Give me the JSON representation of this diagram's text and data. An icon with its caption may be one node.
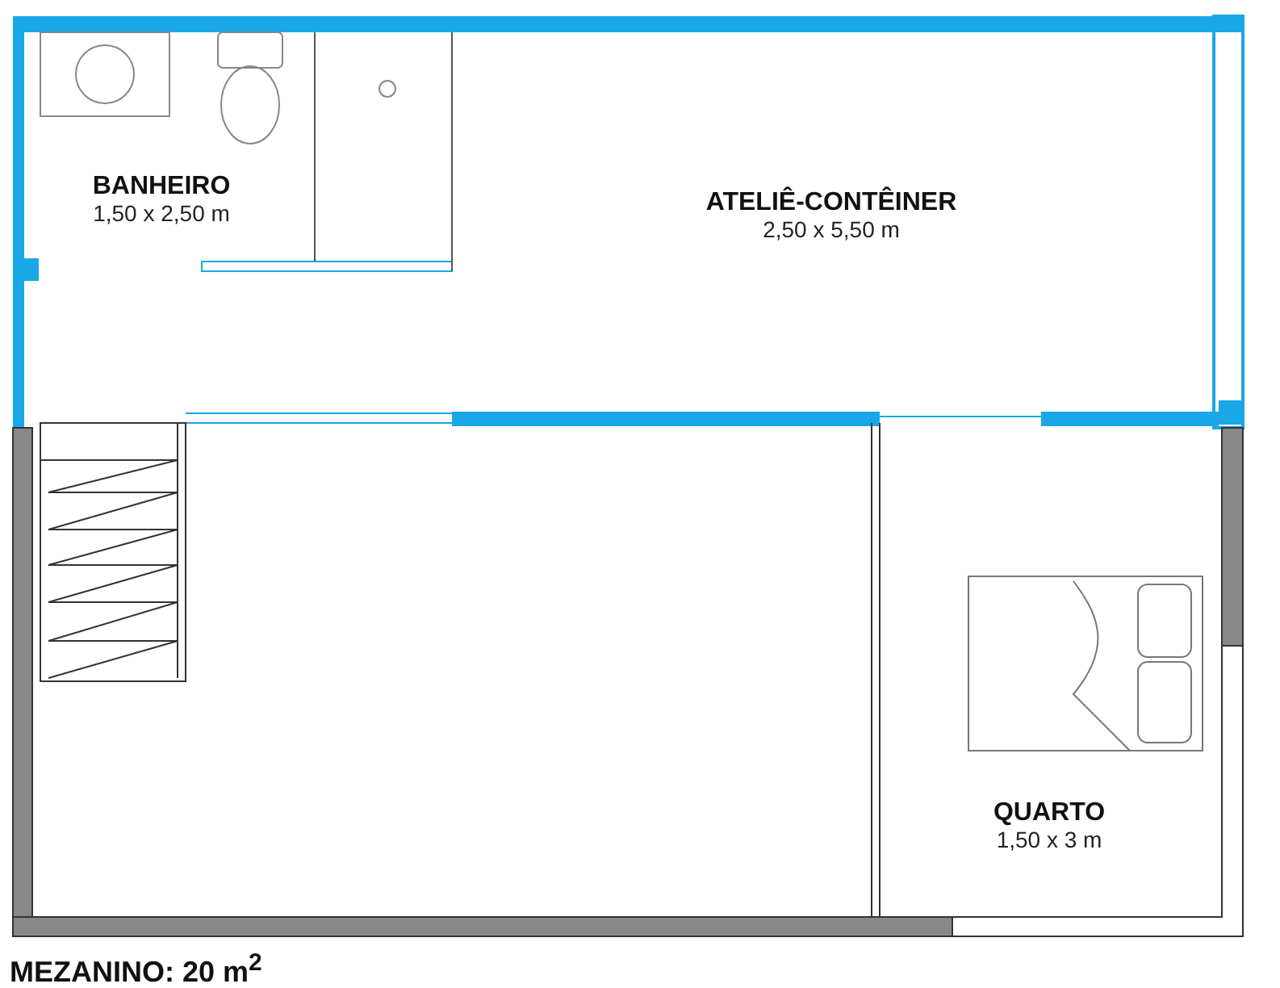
{
  "diagram": {
    "caption": "MEZANINO: 20 m$^{2}$",
    "nodes": [
      {
        "text": [
          "BANHEIRO",
          "1,50 x 2,50 m"
        ]
      },
      {
        "text": [
          "ATELIÊ-CONTÊINER",
          "2,50 x 5,50 m"
        ]
      },
      {
        "text": [
          "QUARTO",
          "1,50 x 3 m"
        ]
      }
    ],
    "edges": []
  }
}
